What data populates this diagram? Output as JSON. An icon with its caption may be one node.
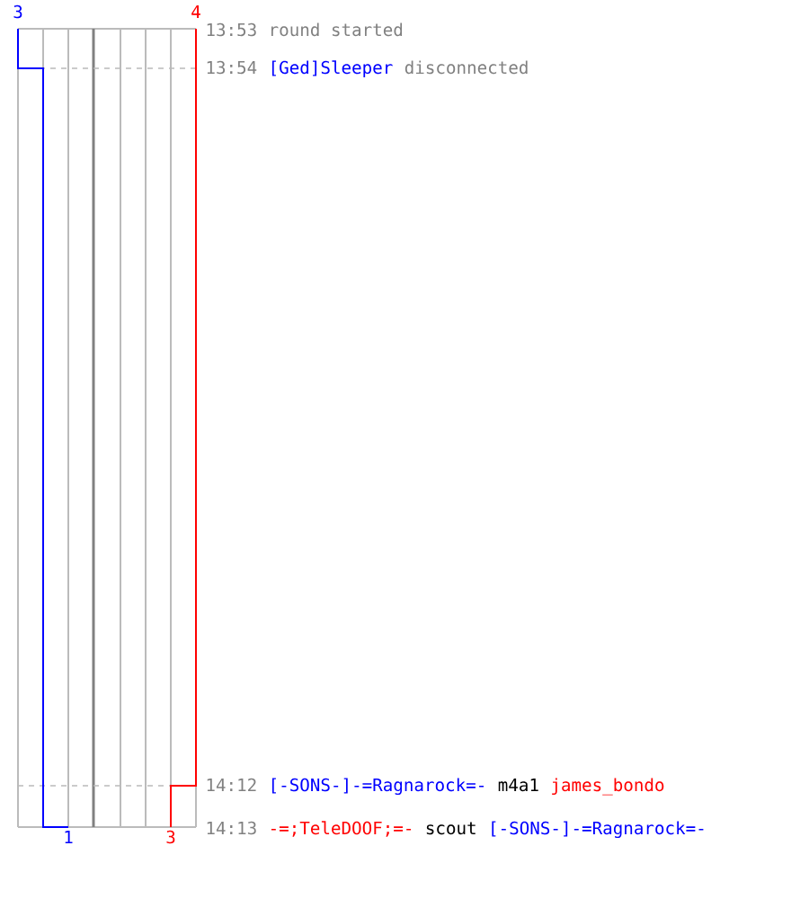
{
  "diagram": {
    "labels": [
      "3",
      "4",
      "13:53",
      "round started",
      "13:54",
      "[Ged]Sleeper",
      "disconnected",
      "14:12",
      "[-SONS-]-=Ragnarock=-",
      "m4a1",
      "james_bondo",
      "1",
      "3",
      "14:13",
      "-=;TeleDOOF;=-",
      "scout",
      "[-SONS-]-=Ragnarock=-"
    ]
  }
}
